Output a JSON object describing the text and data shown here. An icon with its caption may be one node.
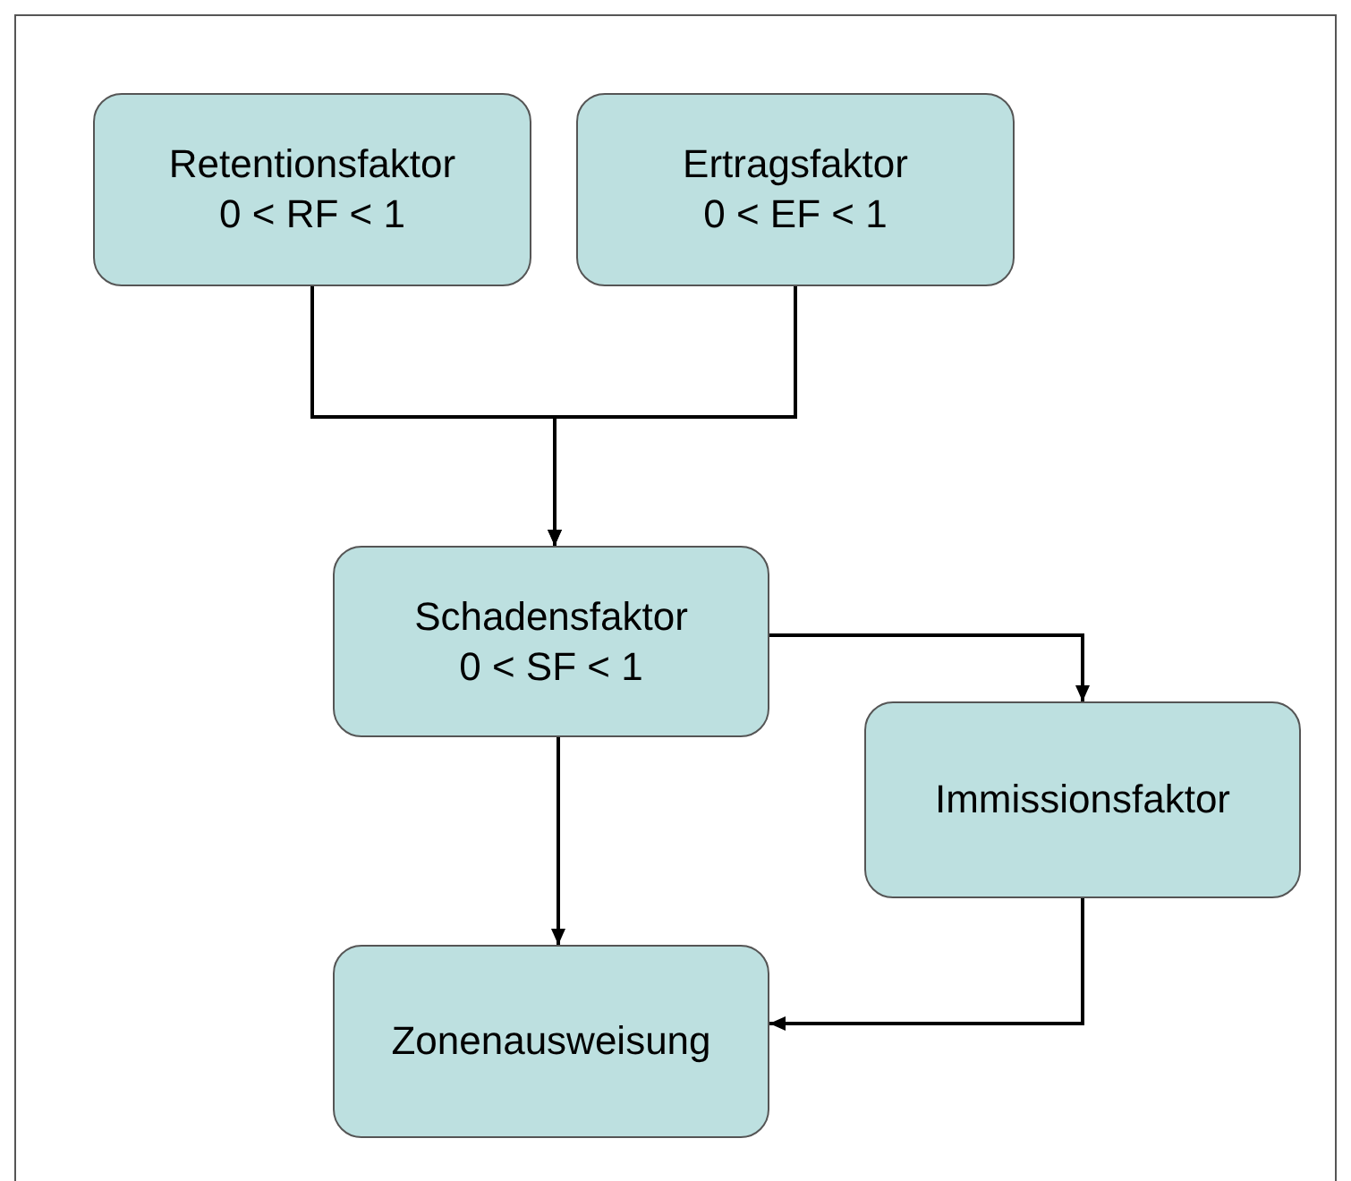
{
  "diagram": {
    "nodes": [
      {
        "text": [
          "Retentionsfaktor",
          "0 < RF < 1"
        ]
      },
      {
        "text": [
          "Ertragsfaktor",
          "0 < EF < 1"
        ]
      },
      {
        "text": [
          "Schadensfaktor",
          "0 < SF < 1"
        ]
      },
      {
        "text": [
          "Immissionsfaktor"
        ]
      },
      {
        "text": [
          "Zonenausweisung"
        ]
      }
    ],
    "edges": [
      {
        "from": 0,
        "to": 2,
        "arrow": "to"
      },
      {
        "from": 1,
        "to": 2,
        "arrow": "to"
      },
      {
        "from": 2,
        "to": 3,
        "arrow": "to"
      },
      {
        "from": 2,
        "to": 4,
        "arrow": "to"
      },
      {
        "from": 3,
        "to": 4,
        "arrow": "to"
      }
    ]
  }
}
